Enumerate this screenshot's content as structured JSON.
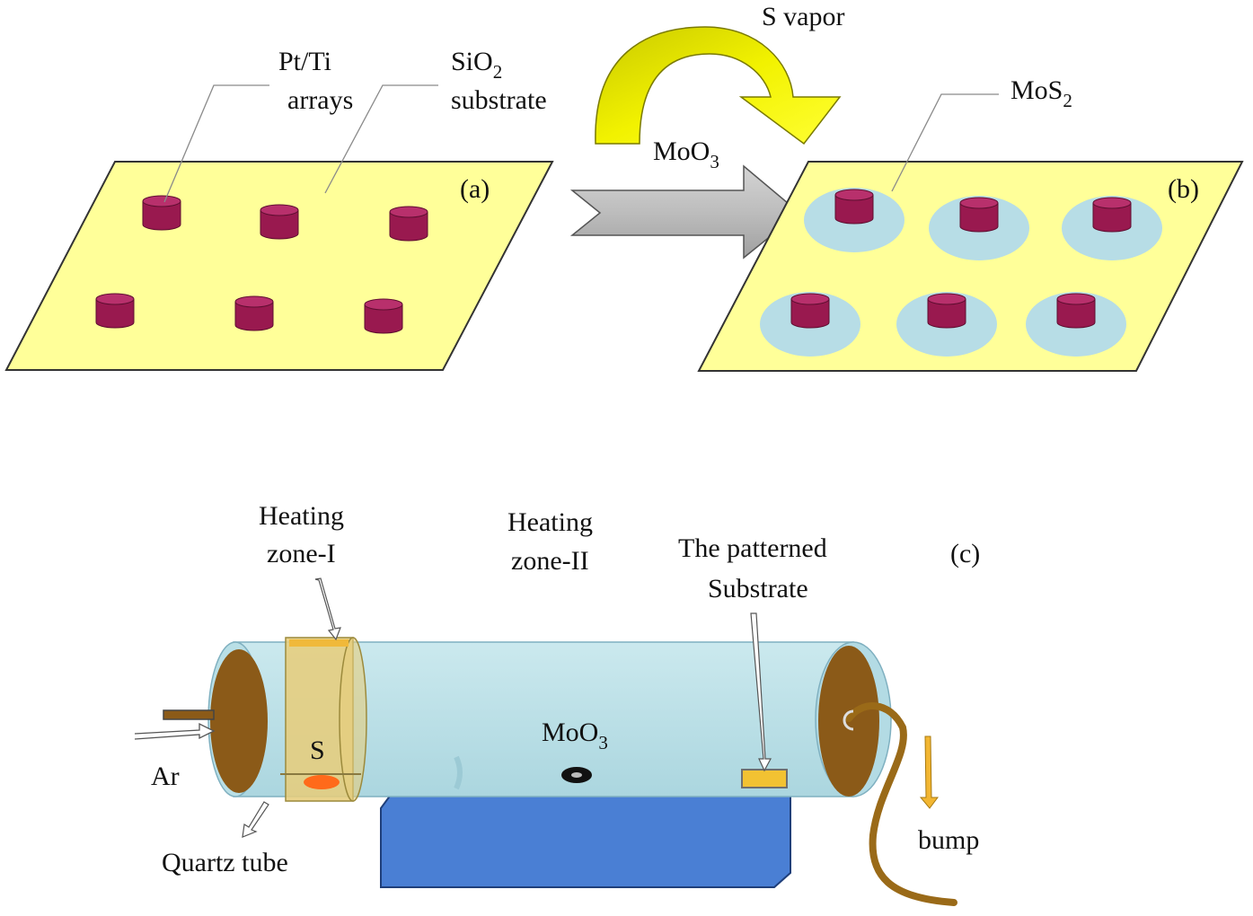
{
  "panel_a": {
    "tag": "(a)",
    "pt_ti": {
      "line1": "Pt/Ti",
      "line2": "arrays"
    },
    "sio2": {
      "base": "SiO",
      "subscript": "2",
      "line2": "substrate"
    }
  },
  "panel_b": {
    "tag": "(b)",
    "mos2": {
      "base": "MoS",
      "subscript": "2"
    }
  },
  "process": {
    "s_vapor": "S vapor",
    "moo3": {
      "base": "MoO",
      "subscript": "3"
    }
  },
  "panel_c": {
    "tag": "(c)",
    "heating_zone_1": {
      "line1": "Heating",
      "line2": "zone-I"
    },
    "heating_zone_2": {
      "line1": "Heating",
      "line2": "zone-II"
    },
    "patterned_substrate": {
      "line1": "The patterned",
      "line2": "Substrate"
    },
    "s_source": "S",
    "moo3": {
      "base": "MoO",
      "subscript": "3"
    },
    "ar": "Ar",
    "quartz_tube": "Quartz tube",
    "bump": "bump"
  },
  "colors": {
    "substrate": "#ffff99",
    "pillar": "#99194f",
    "mos2_halo": "#b7dde6",
    "tube": "#b9dfe6",
    "end_cap": "#8b5a18",
    "heating_band": "#e6cd7c",
    "furnace": "#4a7fd4",
    "s_vapor_arrow": "#e6e600",
    "process_arrow": "#bfbfbf"
  }
}
